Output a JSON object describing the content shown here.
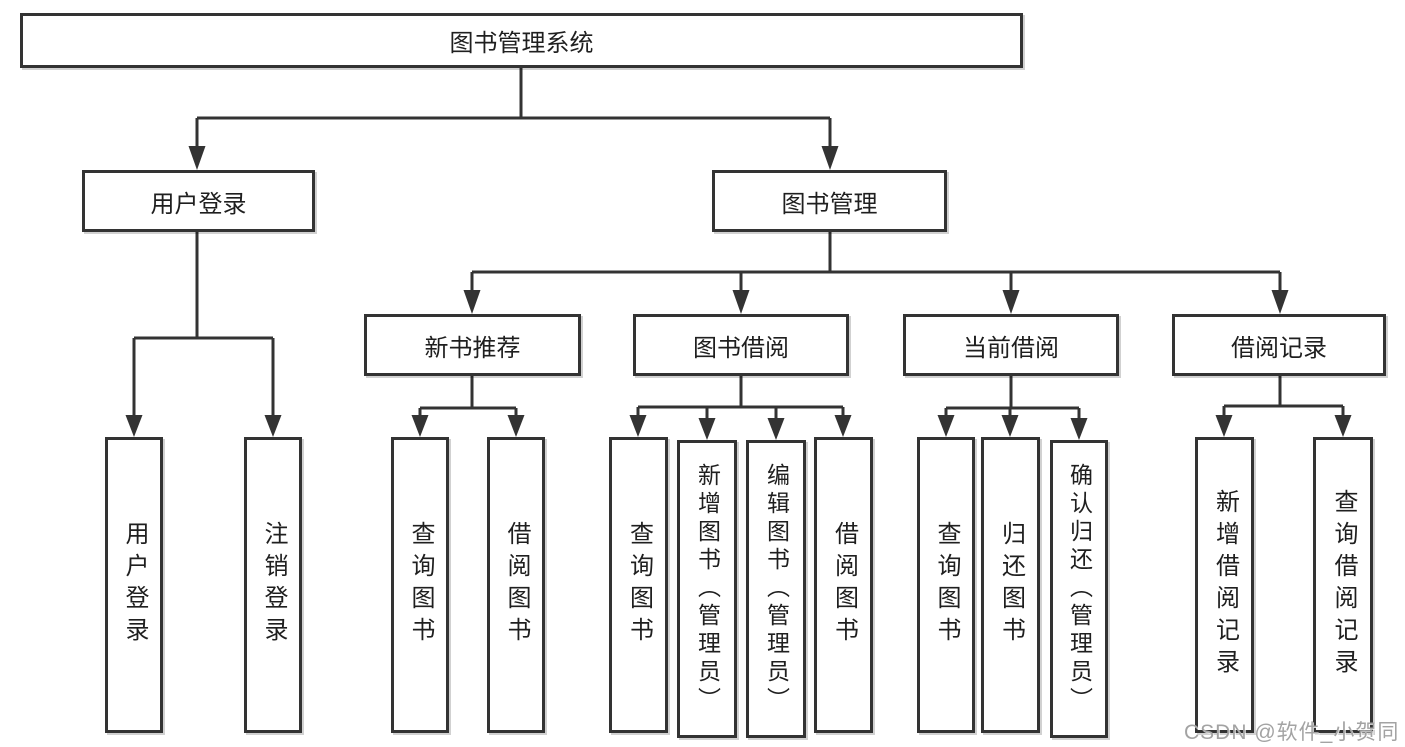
{
  "tree": {
    "label": "图书管理系统",
    "children": [
      {
        "label": "用户登录",
        "children": [
          {
            "label": "用户登录"
          },
          {
            "label": "注销登录"
          }
        ]
      },
      {
        "label": "图书管理",
        "children": [
          {
            "label": "新书推荐",
            "children": [
              {
                "label": "查询图书"
              },
              {
                "label": "借阅图书"
              }
            ]
          },
          {
            "label": "图书借阅",
            "children": [
              {
                "label": "查询图书"
              },
              {
                "label": "新增图书（管理员）"
              },
              {
                "label": "编辑图书（管理员）"
              },
              {
                "label": "借阅图书"
              }
            ]
          },
          {
            "label": "当前借阅",
            "children": [
              {
                "label": "查询图书"
              },
              {
                "label": "归还图书"
              },
              {
                "label": "确认归还（管理员）"
              }
            ]
          },
          {
            "label": "借阅记录",
            "children": [
              {
                "label": "新增借阅记录"
              },
              {
                "label": "查询借阅记录"
              }
            ]
          }
        ]
      }
    ]
  },
  "watermark": {
    "text": "CSDN @软件_小贺同学"
  },
  "colors": {
    "line": "#333333",
    "box_border": "#333333",
    "box_fill": "#ffffff",
    "text": "#1f1f1f",
    "watermark": "#a3a3a3",
    "background": "#ffffff"
  }
}
